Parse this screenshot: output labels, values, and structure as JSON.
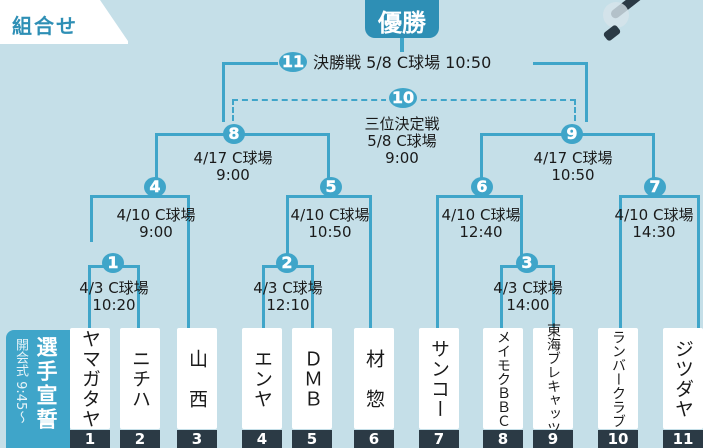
{
  "header": {
    "label": "組合せ",
    "trophy_label": "優勝"
  },
  "opening": {
    "title": "選手宣誓",
    "sub": "開会式 9:45〜"
  },
  "matches": {
    "m11": {
      "num": "11",
      "text": "決勝戦 5/8 C球場 10:50"
    },
    "m10": {
      "num": "10",
      "text": "三位決定戦\n5/8 C球場\n9:00"
    },
    "m8": {
      "num": "8",
      "text": "4/17 C球場\n9:00"
    },
    "m9": {
      "num": "9",
      "text": "4/17 C球場\n10:50"
    },
    "m4": {
      "num": "4",
      "text": "4/10 C球場\n9:00"
    },
    "m5": {
      "num": "5",
      "text": "4/10 C球場\n10:50"
    },
    "m6": {
      "num": "6",
      "text": "4/10 C球場\n12:40"
    },
    "m7": {
      "num": "7",
      "text": "4/10 C球場\n14:30"
    },
    "m1": {
      "num": "1",
      "text": "4/3 C球場\n10:20"
    },
    "m2": {
      "num": "2",
      "text": "4/3 C球場\n12:10"
    },
    "m3": {
      "num": "3",
      "text": "4/3 C球場\n14:00"
    }
  },
  "teams": [
    {
      "num": "1",
      "name": "ヤマガタヤ"
    },
    {
      "num": "2",
      "name": "ニチハ"
    },
    {
      "num": "3",
      "name": "山　西"
    },
    {
      "num": "4",
      "name": "エンヤ"
    },
    {
      "num": "5",
      "name": "ＤＭＢ"
    },
    {
      "num": "6",
      "name": "材　惣"
    },
    {
      "num": "7",
      "name": "サンコー"
    },
    {
      "num": "8",
      "name": "メイモクＢＢＣ"
    },
    {
      "num": "9",
      "name": "東海ブレキャッツ"
    },
    {
      "num": "10",
      "name": "ランバークラブ"
    },
    {
      "num": "11",
      "name": "ジツダヤ"
    }
  ],
  "colors": {
    "line": "#3fa5c9",
    "background": "#c5dfe8",
    "number_box": "#2b3a45"
  }
}
